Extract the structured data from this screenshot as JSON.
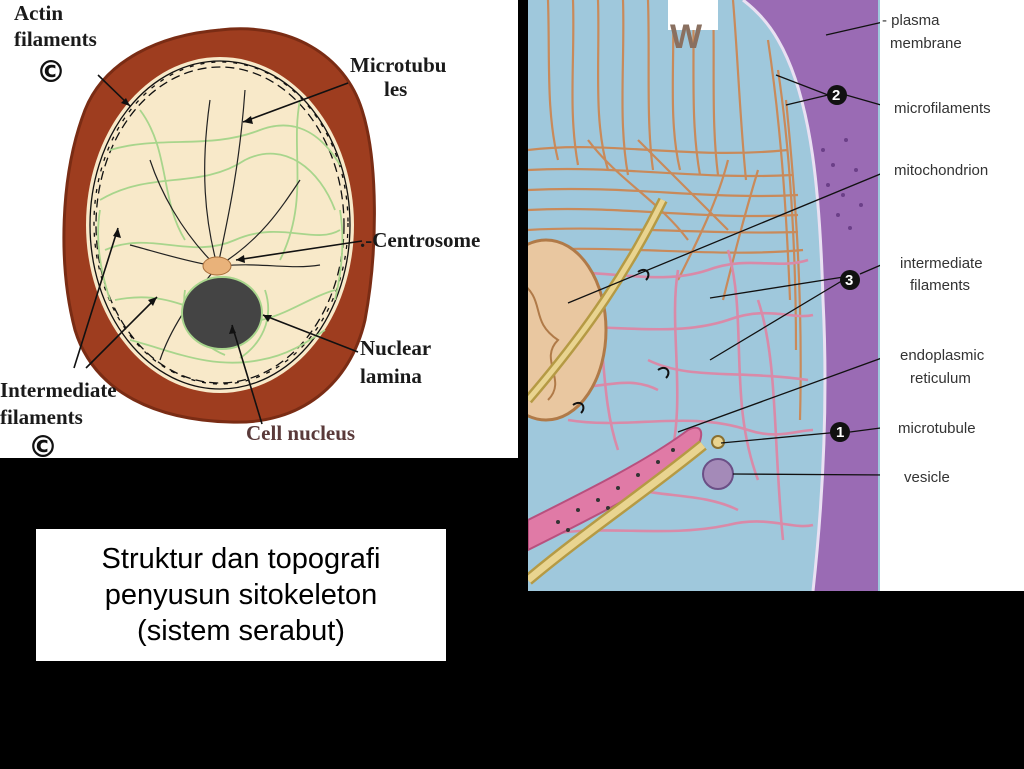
{
  "left_diagram": {
    "labels": {
      "actin_line1": "Actin",
      "actin_line2": "filaments",
      "micro_line1": "Microtubu",
      "micro_line2": "les",
      "centrosome": ".-Centrosome",
      "nuclear_line1": "Nuclear",
      "nuclear_line2": "lamina",
      "intermediate_line1": "Intermediate",
      "intermediate_line2": "filaments",
      "nucleus": "Cell nucleus"
    },
    "copyright_symbol": "©",
    "colors": {
      "cell_wall": "#9e3d1f",
      "cytoplasm": "#f8e9c9",
      "intermediate_filaments": "#a8d58c",
      "nucleus": "#444444",
      "centrosome": "#e9b27a"
    }
  },
  "right_diagram": {
    "watermark": "W",
    "labels": {
      "plasma_line1": "- plasma",
      "plasma_line2": "membrane",
      "microfilaments": "microfilaments",
      "mitochondrion": "mitochondrion",
      "intermediate_line1": "intermediate",
      "intermediate_line2": "filaments",
      "er_line1": "endoplasmic",
      "er_line2": "reticulum",
      "microtubule": "microtubule",
      "vesicle": "vesicle"
    },
    "badges": {
      "microtubule": "1",
      "microfilaments": "2",
      "intermediate": "3"
    },
    "colors": {
      "background": "#9fc8dc",
      "membrane": "#9a6bb4",
      "microfilaments": "#c98a5a",
      "intermediate_filaments": "#d98aa8"
    }
  },
  "caption": {
    "line1": "Struktur dan topografi",
    "line2": "penyusun sitokeleton",
    "line3": "(sistem serabut)"
  }
}
